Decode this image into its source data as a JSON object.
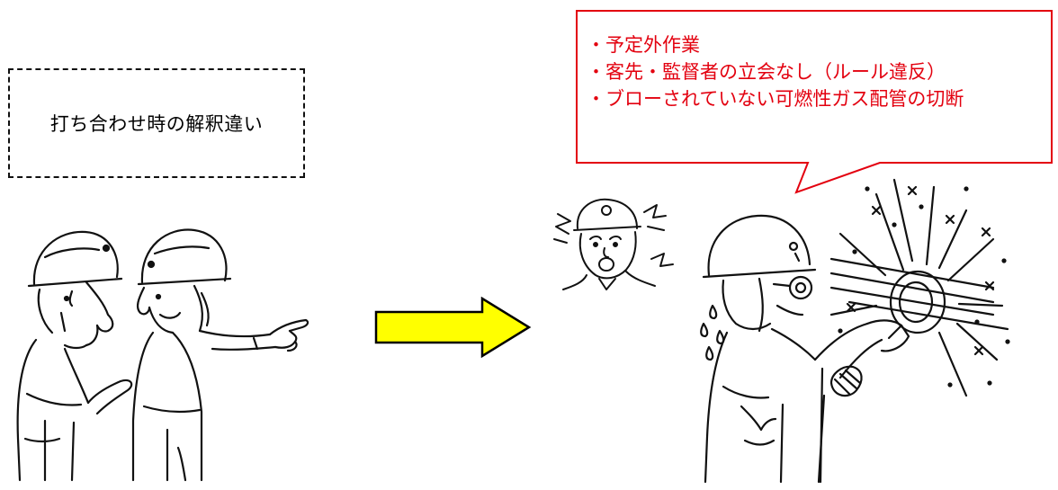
{
  "left_caption": {
    "text": "打ち合わせ時の解釈違い"
  },
  "callout": {
    "lines": [
      "・予定外作業",
      "・客先・監督者の立会なし（ルール違反）",
      "・ブローされていない可燃性ガス配管の切断"
    ],
    "border_color": "#e3000f",
    "text_color": "#e3000f"
  },
  "arrow": {
    "fill_color": "#ffff00",
    "stroke_color": "#000000",
    "direction": "right"
  },
  "illustrations": {
    "left": "two-workers-discussing",
    "right": "worker-cutting-pipe-with-grinder",
    "inset": "surprised-supervisor-face"
  }
}
